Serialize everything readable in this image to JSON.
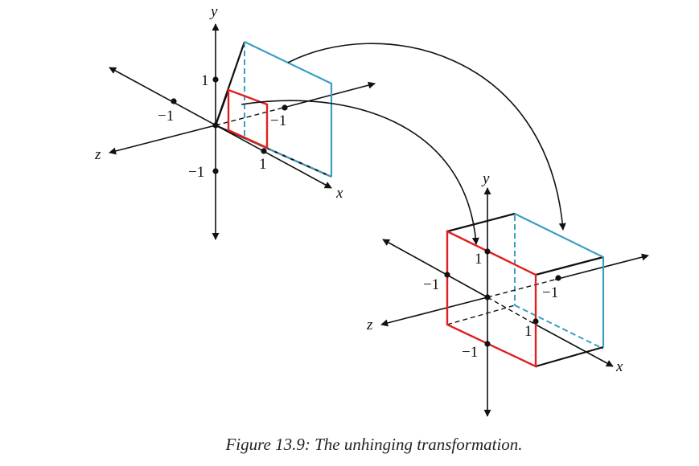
{
  "caption": "Figure 13.9: The unhinging transformation.",
  "colors": {
    "near_face": "#e02020",
    "far_face": "#3a9ec4",
    "axes": "#111111"
  },
  "left_figure": {
    "axis_labels": {
      "x": "x",
      "y": "y",
      "z": "z"
    },
    "ticks": {
      "y_pos": "1",
      "y_neg": "−1",
      "x_pos": "1",
      "z_pos": "−1",
      "z_neg": "−1"
    }
  },
  "right_figure": {
    "axis_labels": {
      "x": "x",
      "y": "y",
      "z": "z"
    },
    "ticks": {
      "y_pos": "1",
      "y_neg": "−1",
      "x_pos": "1",
      "z_pos": "−1",
      "z_neg": "−1"
    }
  }
}
